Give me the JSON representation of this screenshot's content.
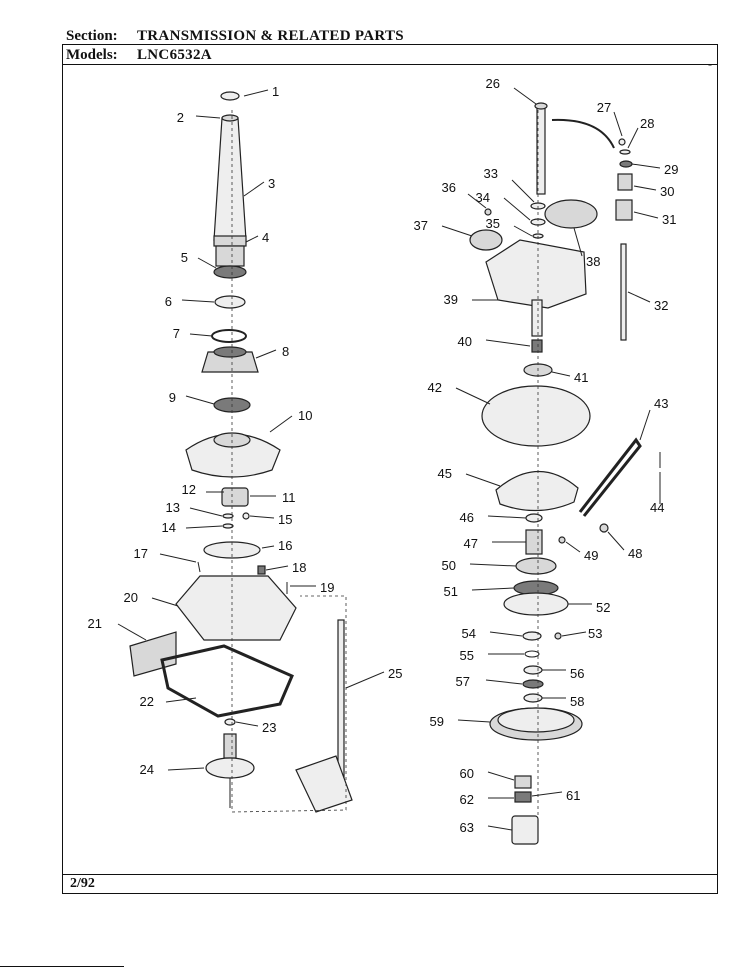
{
  "header": {
    "section_label": "Section:",
    "section_value": "TRANSMISSION & RELATED PARTS",
    "models_label": "Models:",
    "models_value": "LNC6532A"
  },
  "footer": {
    "date_code": "2/92"
  },
  "corner_mark": "-",
  "callouts": [
    "1",
    "2",
    "3",
    "4",
    "5",
    "6",
    "7",
    "8",
    "9",
    "10",
    "11",
    "12",
    "13",
    "14",
    "15",
    "16",
    "17",
    "18",
    "19",
    "20",
    "21",
    "22",
    "23",
    "24",
    "25",
    "26",
    "27",
    "28",
    "29",
    "30",
    "31",
    "32",
    "33",
    "34",
    "35",
    "36",
    "37",
    "38",
    "39",
    "40",
    "41",
    "42",
    "43",
    "44",
    "45",
    "46",
    "47",
    "48",
    "49",
    "50",
    "51",
    "52",
    "53",
    "54",
    "55",
    "56",
    "57",
    "58",
    "59",
    "60",
    "61",
    "62",
    "63"
  ]
}
